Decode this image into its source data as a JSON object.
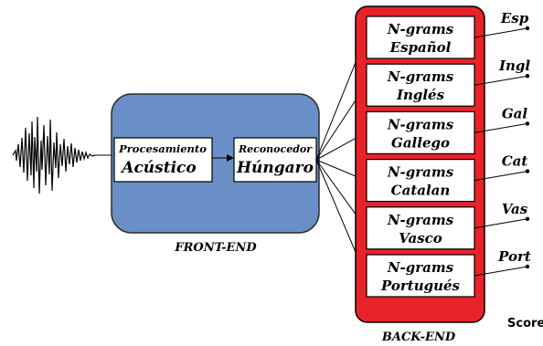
{
  "front_end": {
    "label": "FRONT-END",
    "processing": {
      "line1": "Procesamiento",
      "line2": "Acústico"
    },
    "recognizer": {
      "line1": "Reconocedor",
      "line2": "Húngaro"
    }
  },
  "back_end": {
    "label": "BACK-END",
    "scores_label": "Scores",
    "models": [
      {
        "line1": "N-grams",
        "line2": "Español",
        "output": "Esp"
      },
      {
        "line1": "N-grams",
        "line2": "Inglés",
        "output": "Ingl"
      },
      {
        "line1": "N-grams",
        "line2": "Gallego",
        "output": "Gal"
      },
      {
        "line1": "N-grams",
        "line2": "Catalan",
        "output": "Cat"
      },
      {
        "line1": "N-grams",
        "line2": "Vasco",
        "output": "Vas"
      },
      {
        "line1": "N-grams",
        "line2": "Portugués",
        "output": "Port"
      }
    ]
  },
  "colors": {
    "front_end_fill": "#6a8fc6",
    "back_end_fill": "#e8232a",
    "box_fill": "#ffffff",
    "stroke": "#000000"
  }
}
